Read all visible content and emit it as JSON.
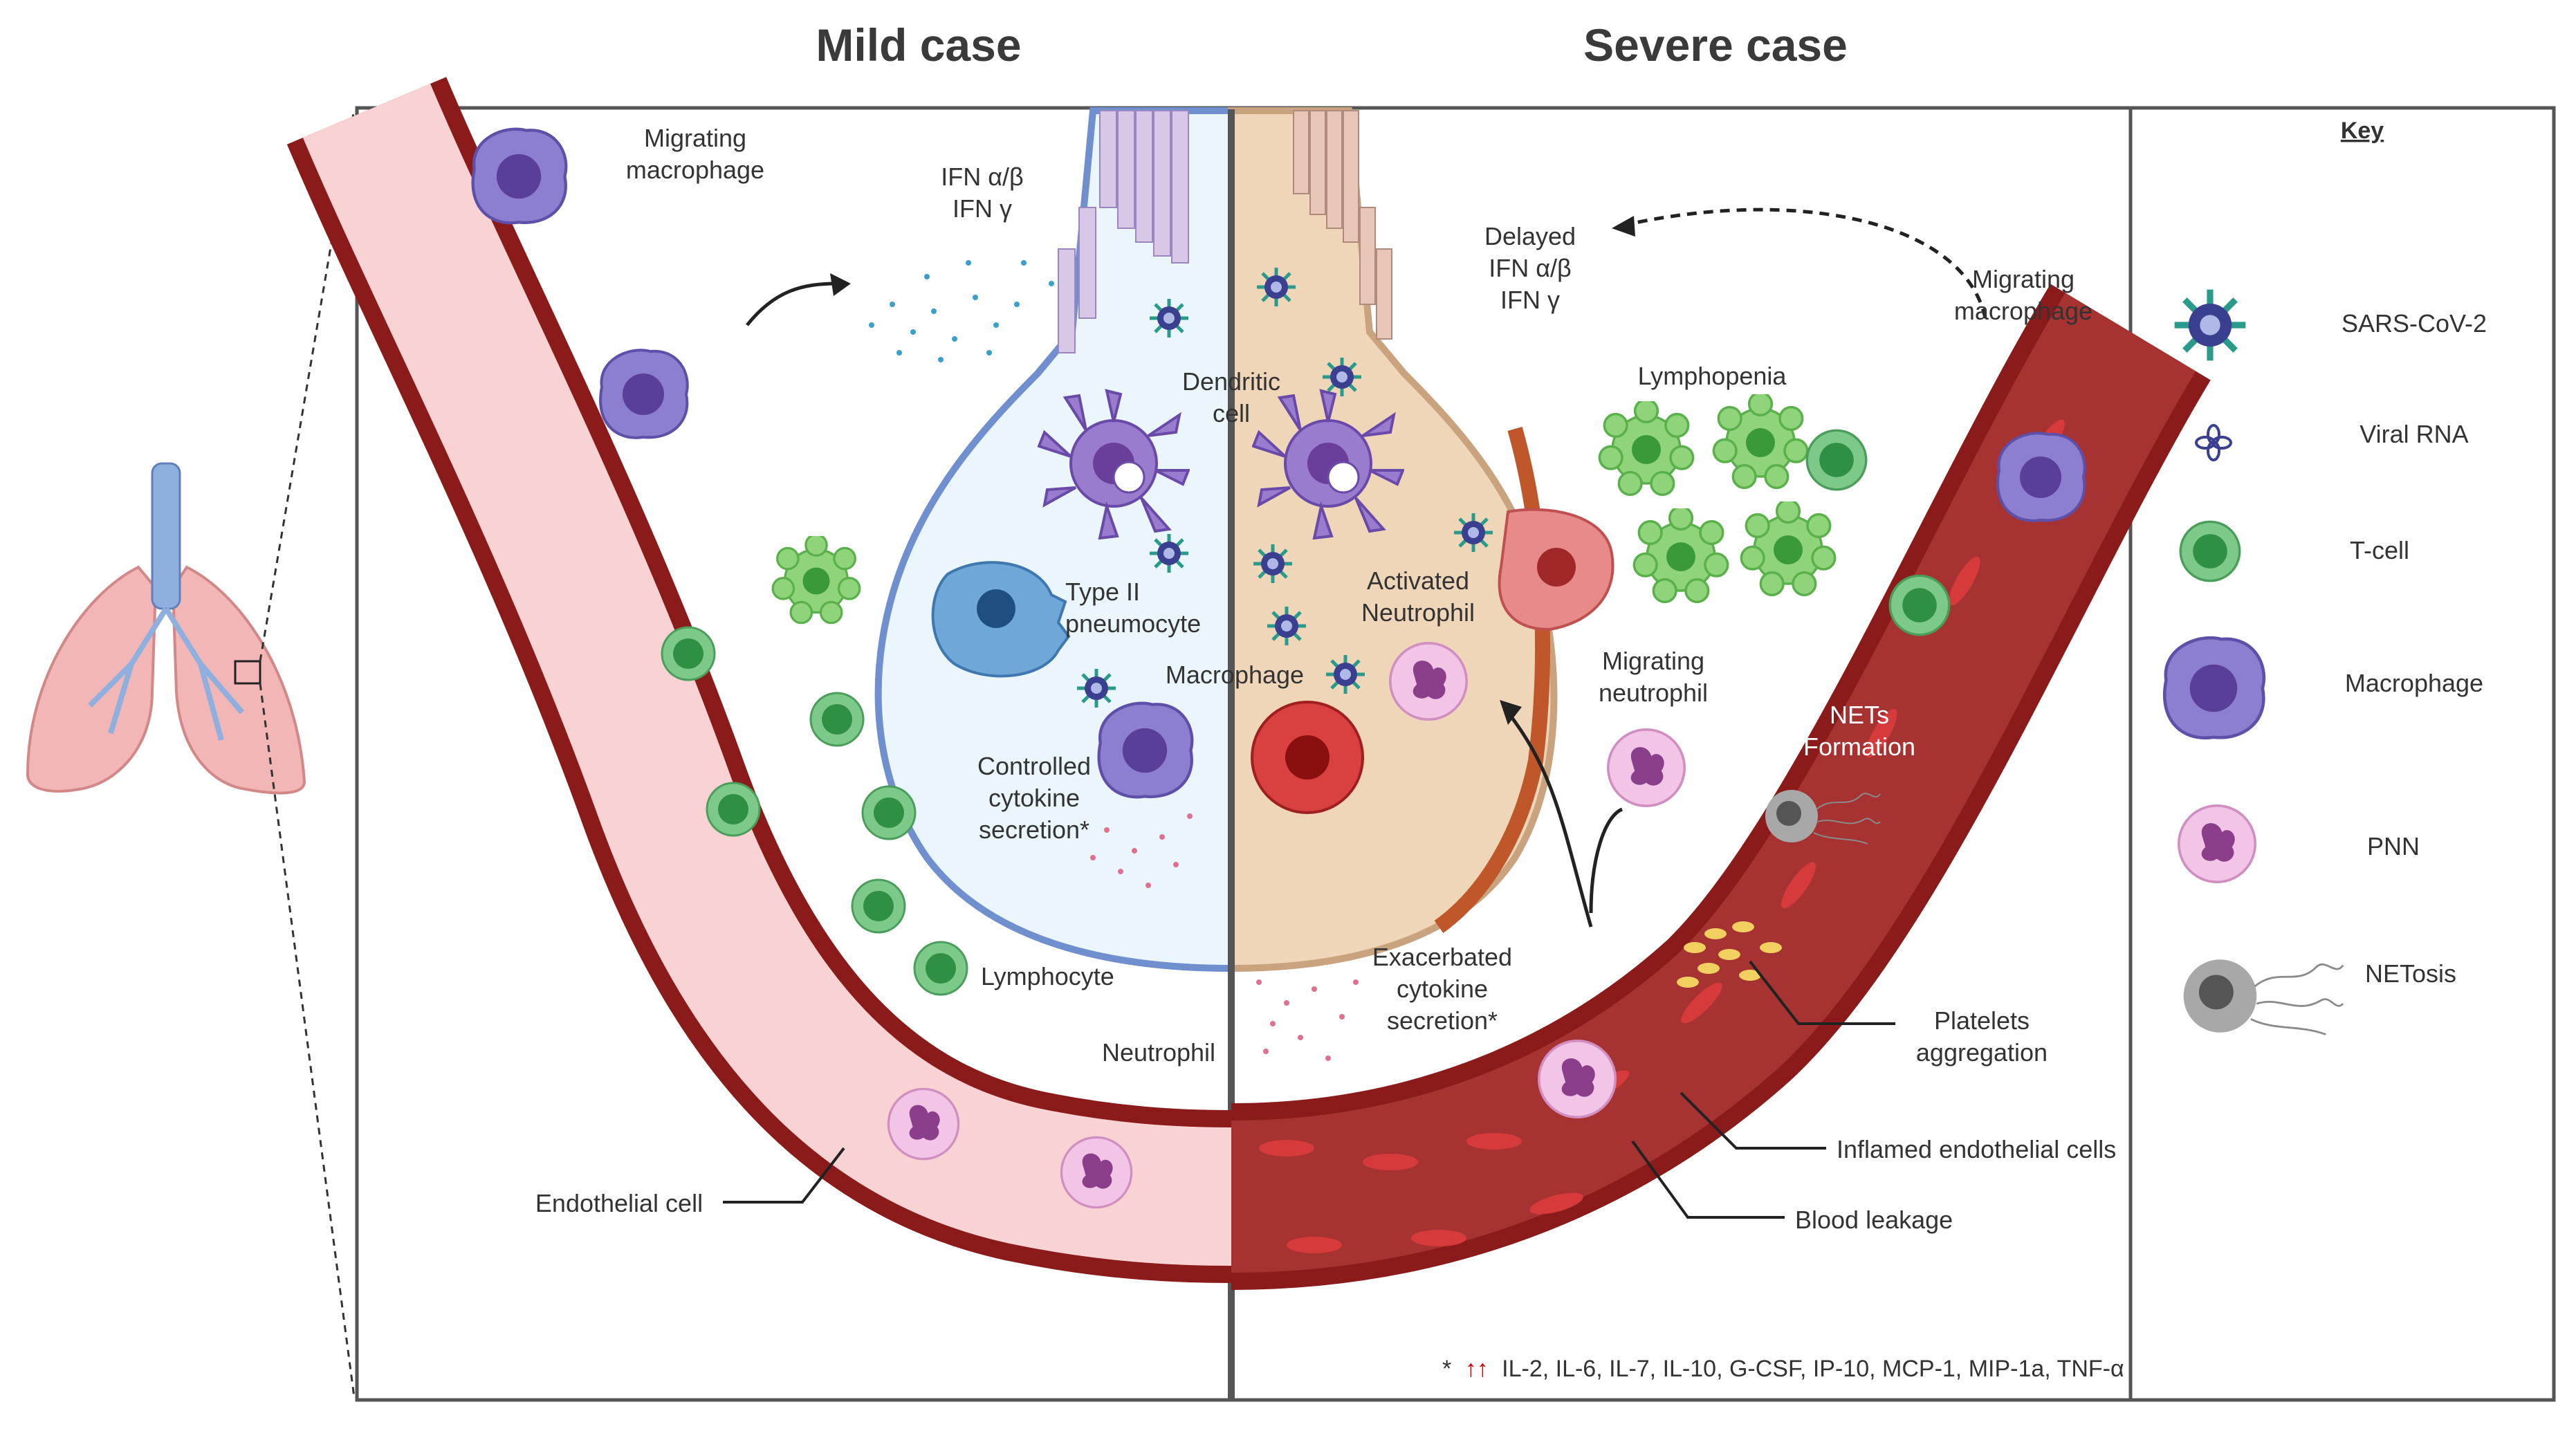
{
  "titles": {
    "mild": "Mild case",
    "severe": "Severe case"
  },
  "mild": {
    "migrating_macrophage": [
      "Migrating",
      "macrophage"
    ],
    "ifn": [
      "IFN α/β",
      "IFN γ"
    ],
    "dendritic_cell": [
      "Dendritic",
      "cell"
    ],
    "type2": [
      "Type II",
      "pneumocyte"
    ],
    "macrophage": "Macrophage",
    "controlled": [
      "Controlled",
      "cytokine",
      "secretion*"
    ],
    "lymphocyte": "Lymphocyte",
    "neutrophil": "Neutrophil",
    "endothelial": "Endothelial cell"
  },
  "severe": {
    "delayed_ifn": [
      "Delayed",
      "IFN α/β",
      "IFN γ"
    ],
    "migrating_macrophage": [
      "Migrating",
      "macrophage"
    ],
    "lymphopenia": "Lymphopenia",
    "activated_neutrophil": [
      "Activated",
      "Neutrophil"
    ],
    "migrating_neutrophil": [
      "Migrating",
      "neutrophil"
    ],
    "nets": [
      "NETs",
      "Formation"
    ],
    "exacerbated": [
      "Exacerbated",
      "cytokine",
      "secretion*"
    ],
    "platelets": [
      "Platelets",
      "aggregation"
    ],
    "inflamed": "Inflamed endothelial cells",
    "leakage": "Blood leakage"
  },
  "footnote": {
    "star": "*",
    "arrows": "↑↑",
    "text": "IL-2, IL-6, IL-7, IL-10, G-CSF, IP-10, MCP-1, MIP-1a, TNF-α"
  },
  "key": {
    "title": "Key",
    "items": [
      "SARS-CoV-2",
      "Viral RNA",
      "T-cell",
      "Macrophage",
      "PNN",
      "NETosis"
    ]
  },
  "colors": {
    "vessel_dark": "#8b1a1a",
    "vessel_mild_fill": "#f9d3d3",
    "vessel_severe_fill": "#a63232",
    "alveolus_mild": "#eaf6fb",
    "alveolus_severe": "#f0d6b8",
    "macrophage": "#7b68c0",
    "tcell": "#5bb56b",
    "neutrophil": "#e3a6d3",
    "virus": "#2f3f8f"
  }
}
